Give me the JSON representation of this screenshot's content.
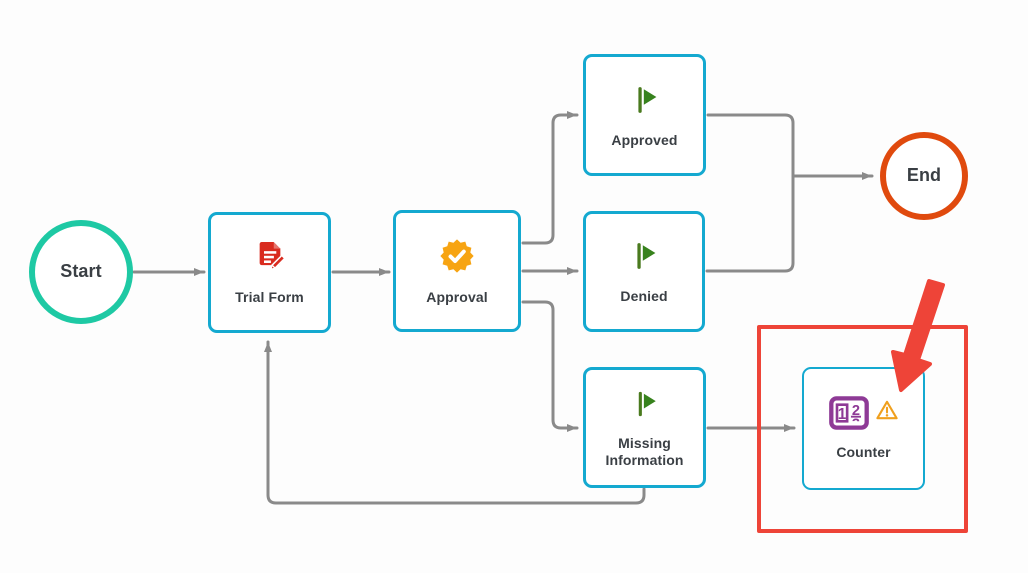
{
  "diagram": {
    "nodes": {
      "start": {
        "label": "Start"
      },
      "trial_form": {
        "label": "Trial Form"
      },
      "approval": {
        "label": "Approval"
      },
      "approved": {
        "label": "Approved"
      },
      "denied": {
        "label": "Denied"
      },
      "missing_information": {
        "label": "Missing Information"
      },
      "counter": {
        "label": "Counter"
      },
      "end": {
        "label": "End"
      }
    },
    "icons": {
      "trial_form": "document-edit-icon",
      "approval": "approval-seal-check-icon",
      "approved": "flag-icon",
      "denied": "flag-icon",
      "missing_information": "flag-icon",
      "counter": "counter-odometer-icon",
      "counter_digit_left": "1",
      "counter_digit_right_top": "2",
      "counter_digit_right_roll": "3",
      "counter_warning": "warning-triangle-icon"
    },
    "colors": {
      "accent_cyan": "#14a9d0",
      "accent_teal": "#1ec9a4",
      "accent_orange_red": "#e04a0e",
      "connector_gray": "#8a8a8a",
      "highlight_red": "#ee4438",
      "icon_red": "#d92b1f",
      "icon_orange": "#f7a412",
      "icon_green": "#37821d",
      "icon_green_dark": "#4a7a1e",
      "icon_purple": "#8e3a96",
      "icon_warning": "#f0a01e",
      "text_dark": "#3a3f44"
    },
    "annotation": {
      "description": "red highlight rectangle and red arrow pointing at Counter node"
    }
  }
}
